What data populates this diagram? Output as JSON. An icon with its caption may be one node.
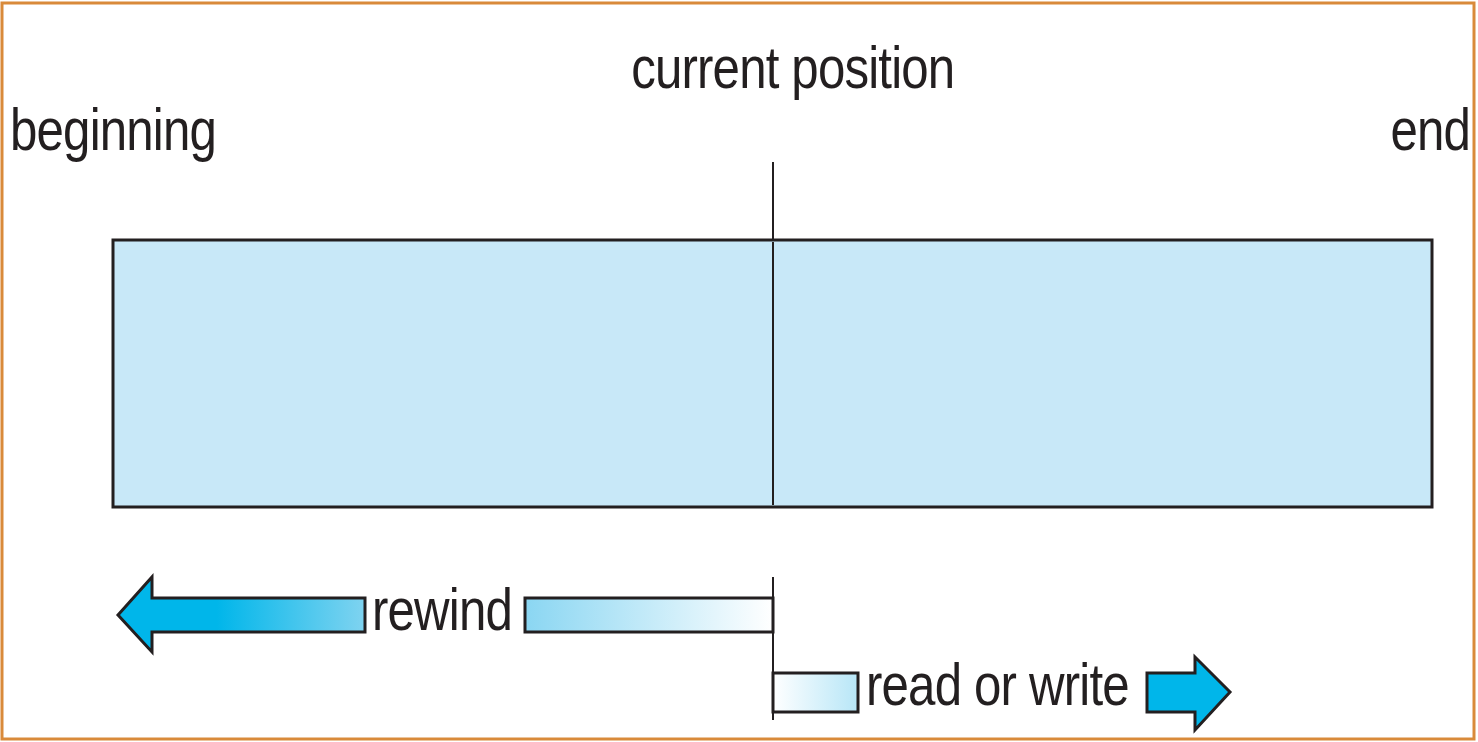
{
  "diagram": {
    "nodes": [
      {
        "text": [
          "current position"
        ]
      },
      {
        "text": [],
        "shape": "bar"
      }
    ],
    "edges": [
      {
        "from": 0,
        "to": 1,
        "arrow": "none"
      }
    ],
    "labels": [
      "beginning",
      "end",
      "rewind",
      "read or write"
    ]
  }
}
